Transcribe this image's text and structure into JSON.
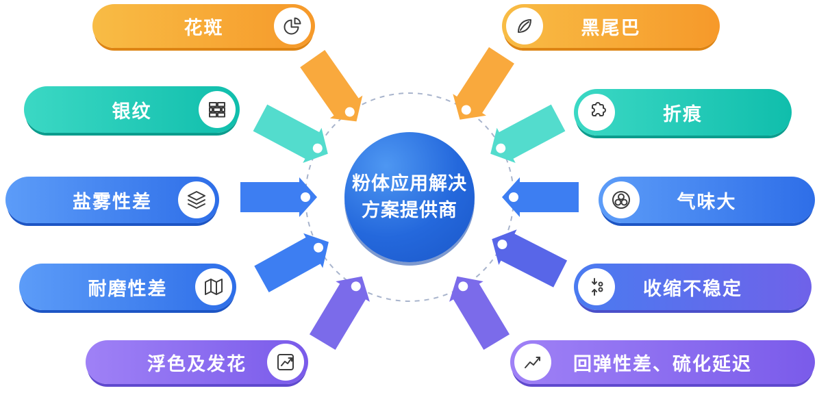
{
  "center": {
    "title_line1": "粉体应用解决",
    "title_line2": "方案提供商"
  },
  "pills": [
    {
      "label": "花斑",
      "icon": "pie-chart-icon",
      "theme": "orange"
    },
    {
      "label": "黑尾巴",
      "icon": "leaf-icon",
      "theme": "orange"
    },
    {
      "label": "银纹",
      "icon": "bricks-icon",
      "theme": "teal"
    },
    {
      "label": "折痕",
      "icon": "puzzle-icon",
      "theme": "teal"
    },
    {
      "label": "盐雾性差",
      "icon": "layers-icon",
      "theme": "blue"
    },
    {
      "label": "气味大",
      "icon": "bubbles-icon",
      "theme": "blue"
    },
    {
      "label": "耐磨性差",
      "icon": "map-icon",
      "theme": "blue"
    },
    {
      "label": "收缩不稳定",
      "icon": "shrink-icon",
      "theme": "indigo"
    },
    {
      "label": "浮色及发花",
      "icon": "trend-chart-icon",
      "theme": "purple"
    },
    {
      "label": "回弹性差、硫化延迟",
      "icon": "line-chart-icon",
      "theme": "purple"
    }
  ],
  "palette": {
    "orange": "#F6992A",
    "teal": "#10BEAC",
    "blue": "#3D7EF2",
    "indigo": "#5F6BE9",
    "purple": "#7B6BEA",
    "center_blue": "#2468DC",
    "dashed_orbit": "#A8B4CC",
    "icon_glyph": "#3C3C3C",
    "text": "#FFFFFF"
  }
}
